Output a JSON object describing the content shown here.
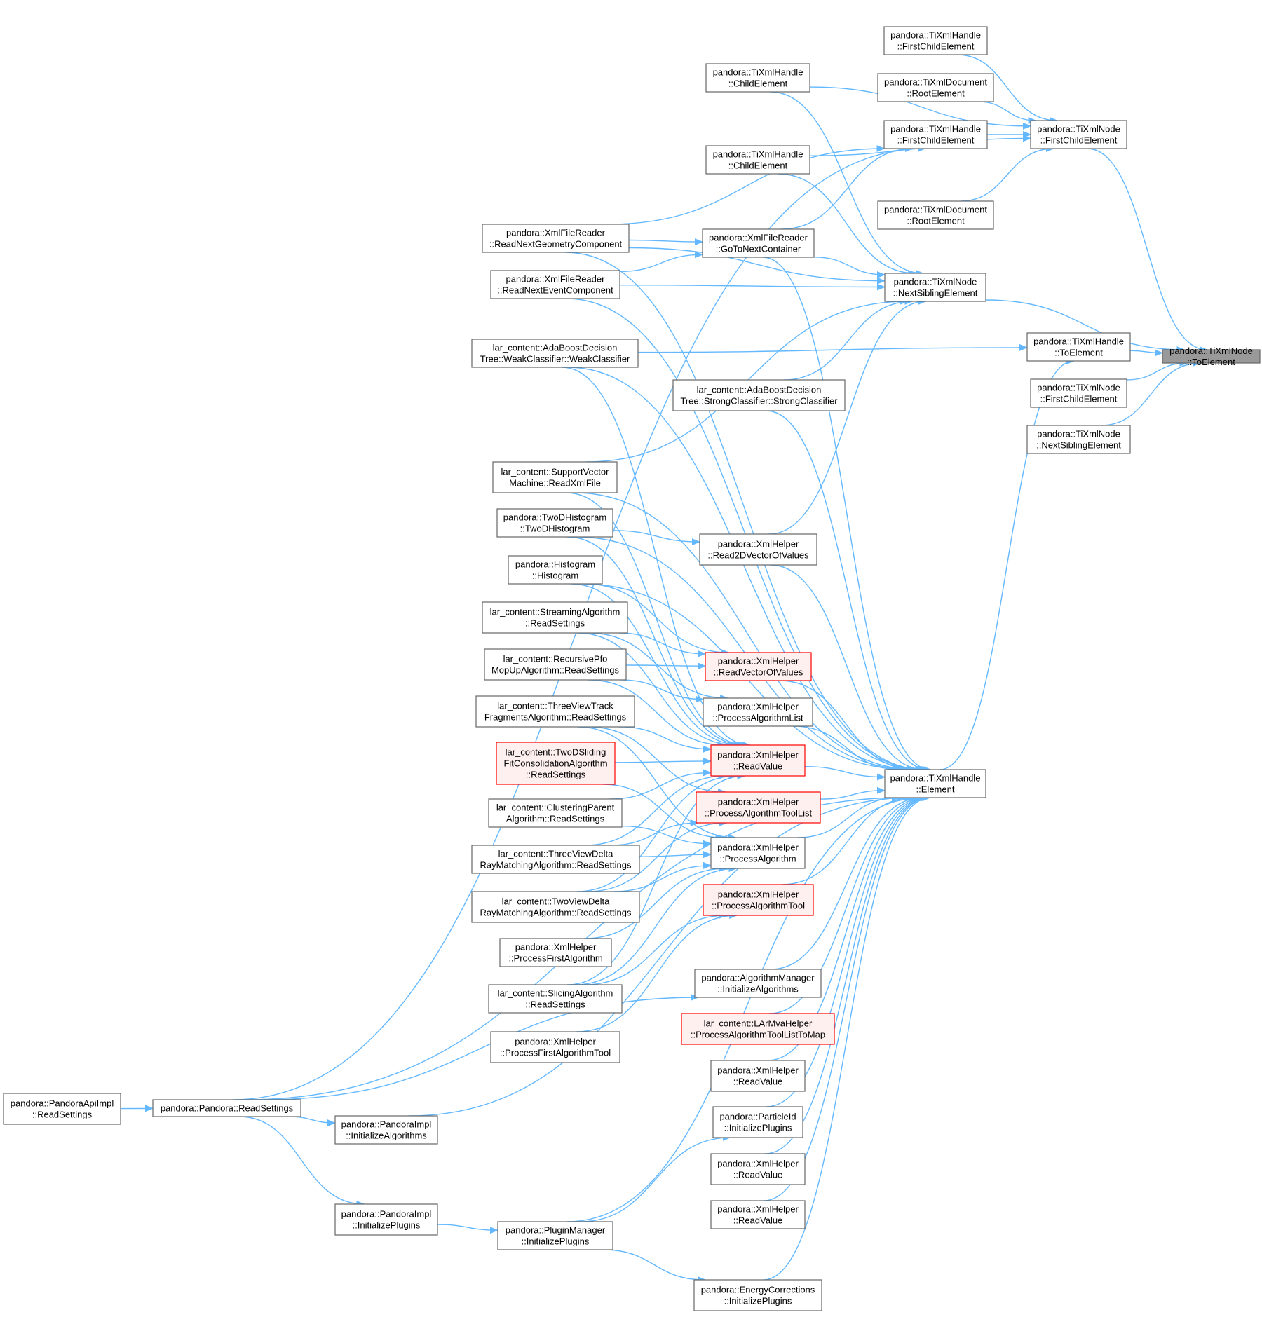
{
  "colors": {
    "edge": "#63b8ff",
    "node_border": "#666666",
    "node_fill": "#ffffff",
    "focus_fill": "#999999",
    "focus_border": "#666666",
    "red_border": "#ff0000",
    "red_fill": "#fff0f0"
  },
  "nodes": [
    {
      "id": "n0",
      "lines": [
        "pandora::TiXmlNode",
        "::ToElement"
      ],
      "style": "focus"
    },
    {
      "id": "n1",
      "lines": [
        "pandora::TiXmlNode",
        "::FirstChildElement"
      ],
      "style": "normal"
    },
    {
      "id": "n2",
      "lines": [
        "pandora::TiXmlHandle",
        "::FirstChildElement"
      ],
      "style": "normal"
    },
    {
      "id": "n3",
      "lines": [
        "pandora::TiXmlDocument",
        "::RootElement"
      ],
      "style": "normal"
    },
    {
      "id": "n4",
      "lines": [
        "pandora::TiXmlHandle",
        "::FirstChildElement"
      ],
      "style": "normal"
    },
    {
      "id": "n5",
      "lines": [
        "pandora::TiXmlDocument",
        "::RootElement"
      ],
      "style": "normal"
    },
    {
      "id": "n6",
      "lines": [
        "pandora::TiXmlHandle",
        "::ChildElement"
      ],
      "style": "normal"
    },
    {
      "id": "n7",
      "lines": [
        "pandora::TiXmlHandle",
        "::ChildElement"
      ],
      "style": "normal"
    },
    {
      "id": "n8",
      "lines": [
        "pandora::XmlFileReader",
        "::GoToNextContainer"
      ],
      "style": "normal"
    },
    {
      "id": "n9",
      "lines": [
        "pandora::XmlFileReader",
        "::ReadNextGeometryComponent"
      ],
      "style": "normal"
    },
    {
      "id": "n10",
      "lines": [
        "pandora::XmlFileReader",
        "::ReadNextEventComponent"
      ],
      "style": "normal"
    },
    {
      "id": "n11",
      "lines": [
        "pandora::TiXmlNode",
        "::NextSiblingElement"
      ],
      "style": "normal"
    },
    {
      "id": "n12",
      "lines": [
        "pandora::TiXmlHandle",
        "::ToElement"
      ],
      "style": "normal"
    },
    {
      "id": "n13",
      "lines": [
        "lar_content::AdaBoostDecision",
        "Tree::WeakClassifier::WeakClassifier"
      ],
      "style": "normal"
    },
    {
      "id": "n14",
      "lines": [
        "lar_content::AdaBoostDecision",
        "Tree::StrongClassifier::StrongClassifier"
      ],
      "style": "normal"
    },
    {
      "id": "n15",
      "lines": [
        "pandora::TiXmlNode",
        "::FirstChildElement"
      ],
      "style": "normal"
    },
    {
      "id": "n16",
      "lines": [
        "pandora::TiXmlNode",
        "::NextSiblingElement"
      ],
      "style": "normal"
    },
    {
      "id": "n17",
      "lines": [
        "lar_content::SupportVector",
        "Machine::ReadXmlFile"
      ],
      "style": "normal"
    },
    {
      "id": "n18",
      "lines": [
        "pandora::TwoDHistogram",
        "::TwoDHistogram"
      ],
      "style": "normal"
    },
    {
      "id": "n19",
      "lines": [
        "pandora::XmlHelper",
        "::Read2DVectorOfValues"
      ],
      "style": "normal"
    },
    {
      "id": "n20",
      "lines": [
        "pandora::Histogram",
        "::Histogram"
      ],
      "style": "normal"
    },
    {
      "id": "n21",
      "lines": [
        "lar_content::StreamingAlgorithm",
        "::ReadSettings"
      ],
      "style": "normal"
    },
    {
      "id": "n22",
      "lines": [
        "pandora::XmlHelper",
        "::ReadVectorOfValues"
      ],
      "style": "red"
    },
    {
      "id": "n23",
      "lines": [
        "lar_content::RecursivePfo",
        "MopUpAlgorithm::ReadSettings"
      ],
      "style": "normal"
    },
    {
      "id": "n24",
      "lines": [
        "pandora::XmlHelper",
        "::ProcessAlgorithmList"
      ],
      "style": "normal"
    },
    {
      "id": "n25",
      "lines": [
        "lar_content::ThreeViewTrack",
        "FragmentsAlgorithm::ReadSettings"
      ],
      "style": "normal"
    },
    {
      "id": "n26",
      "lines": [
        "lar_content::TwoDSliding",
        "FitConsolidationAlgorithm",
        "::ReadSettings"
      ],
      "style": "red"
    },
    {
      "id": "n27",
      "lines": [
        "pandora::XmlHelper",
        "::ReadValue"
      ],
      "style": "red"
    },
    {
      "id": "n28",
      "lines": [
        "pandora::TiXmlHandle",
        "::Element"
      ],
      "style": "normal"
    },
    {
      "id": "n29",
      "lines": [
        "pandora::XmlHelper",
        "::ProcessAlgorithmToolList"
      ],
      "style": "red"
    },
    {
      "id": "n30",
      "lines": [
        "lar_content::ClusteringParent",
        "Algorithm::ReadSettings"
      ],
      "style": "normal"
    },
    {
      "id": "n31",
      "lines": [
        "pandora::XmlHelper",
        "::ProcessAlgorithm"
      ],
      "style": "normal"
    },
    {
      "id": "n32",
      "lines": [
        "lar_content::ThreeViewDelta",
        "RayMatchingAlgorithm::ReadSettings"
      ],
      "style": "normal"
    },
    {
      "id": "n33",
      "lines": [
        "lar_content::TwoViewDelta",
        "RayMatchingAlgorithm::ReadSettings"
      ],
      "style": "normal"
    },
    {
      "id": "n34",
      "lines": [
        "pandora::XmlHelper",
        "::ProcessAlgorithmTool"
      ],
      "style": "red"
    },
    {
      "id": "n35",
      "lines": [
        "pandora::XmlHelper",
        "::ProcessFirstAlgorithm"
      ],
      "style": "normal"
    },
    {
      "id": "n36",
      "lines": [
        "pandora::AlgorithmManager",
        "::InitializeAlgorithms"
      ],
      "style": "normal"
    },
    {
      "id": "n37",
      "lines": [
        "lar_content::SlicingAlgorithm",
        "::ReadSettings"
      ],
      "style": "normal"
    },
    {
      "id": "n38",
      "lines": [
        "lar_content::LArMvaHelper",
        "::ProcessAlgorithmToolListToMap"
      ],
      "style": "red"
    },
    {
      "id": "n39",
      "lines": [
        "pandora::XmlHelper",
        "::ProcessFirstAlgorithmTool"
      ],
      "style": "normal"
    },
    {
      "id": "n40",
      "lines": [
        "pandora::XmlHelper",
        "::ReadValue"
      ],
      "style": "normal"
    },
    {
      "id": "n41",
      "lines": [
        "pandora::PandoraApiImpl",
        "::ReadSettings"
      ],
      "style": "normal"
    },
    {
      "id": "n42",
      "lines": [
        "pandora::Pandora::ReadSettings"
      ],
      "style": "normal"
    },
    {
      "id": "n43",
      "lines": [
        "pandora::PandoraImpl",
        "::InitializeAlgorithms"
      ],
      "style": "normal"
    },
    {
      "id": "n44",
      "lines": [
        "pandora::ParticleId",
        "::InitializePlugins"
      ],
      "style": "normal"
    },
    {
      "id": "n45",
      "lines": [
        "pandora::XmlHelper",
        "::ReadValue"
      ],
      "style": "normal"
    },
    {
      "id": "n46",
      "lines": [
        "pandora::XmlHelper",
        "::ReadValue"
      ],
      "style": "normal"
    },
    {
      "id": "n47",
      "lines": [
        "pandora::PandoraImpl",
        "::InitializePlugins"
      ],
      "style": "normal"
    },
    {
      "id": "n48",
      "lines": [
        "pandora::PluginManager",
        "::InitializePlugins"
      ],
      "style": "normal"
    },
    {
      "id": "n49",
      "lines": [
        "pandora::EnergyCorrections",
        "::InitializePlugins"
      ],
      "style": "normal"
    }
  ],
  "edges": [
    [
      "n1",
      "n0"
    ],
    [
      "n11",
      "n0"
    ],
    [
      "n12",
      "n0"
    ],
    [
      "n15",
      "n0"
    ],
    [
      "n16",
      "n0"
    ],
    [
      "n2",
      "n1"
    ],
    [
      "n3",
      "n1"
    ],
    [
      "n4",
      "n1"
    ],
    [
      "n5",
      "n1"
    ],
    [
      "n6",
      "n1"
    ],
    [
      "n7",
      "n1"
    ],
    [
      "n8",
      "n4"
    ],
    [
      "n42",
      "n4"
    ],
    [
      "n9",
      "n4"
    ],
    [
      "n7",
      "n11"
    ],
    [
      "n6",
      "n11"
    ],
    [
      "n8",
      "n11"
    ],
    [
      "n9",
      "n11"
    ],
    [
      "n10",
      "n11"
    ],
    [
      "n14",
      "n11"
    ],
    [
      "n17",
      "n11"
    ],
    [
      "n19",
      "n11"
    ],
    [
      "n9",
      "n8"
    ],
    [
      "n10",
      "n8"
    ],
    [
      "n13",
      "n12"
    ],
    [
      "n28",
      "n12"
    ],
    [
      "n8",
      "n28"
    ],
    [
      "n9",
      "n28"
    ],
    [
      "n10",
      "n28"
    ],
    [
      "n13",
      "n28"
    ],
    [
      "n14",
      "n28"
    ],
    [
      "n17",
      "n28"
    ],
    [
      "n18",
      "n28"
    ],
    [
      "n19",
      "n28"
    ],
    [
      "n20",
      "n28"
    ],
    [
      "n22",
      "n28"
    ],
    [
      "n24",
      "n28"
    ],
    [
      "n27",
      "n28"
    ],
    [
      "n29",
      "n28"
    ],
    [
      "n31",
      "n28"
    ],
    [
      "n34",
      "n28"
    ],
    [
      "n36",
      "n28"
    ],
    [
      "n38",
      "n28"
    ],
    [
      "n40",
      "n28"
    ],
    [
      "n42",
      "n28"
    ],
    [
      "n43",
      "n28"
    ],
    [
      "n44",
      "n28"
    ],
    [
      "n45",
      "n28"
    ],
    [
      "n46",
      "n28"
    ],
    [
      "n48",
      "n28"
    ],
    [
      "n49",
      "n28"
    ],
    [
      "n18",
      "n19"
    ],
    [
      "n20",
      "n22"
    ],
    [
      "n21",
      "n22"
    ],
    [
      "n23",
      "n22"
    ],
    [
      "n21",
      "n24"
    ],
    [
      "n23",
      "n24"
    ],
    [
      "n17",
      "n27"
    ],
    [
      "n18",
      "n27"
    ],
    [
      "n20",
      "n27"
    ],
    [
      "n21",
      "n27"
    ],
    [
      "n23",
      "n27"
    ],
    [
      "n25",
      "n27"
    ],
    [
      "n26",
      "n27"
    ],
    [
      "n30",
      "n27"
    ],
    [
      "n32",
      "n27"
    ],
    [
      "n33",
      "n27"
    ],
    [
      "n37",
      "n27"
    ],
    [
      "n13",
      "n27"
    ],
    [
      "n25",
      "n29"
    ],
    [
      "n32",
      "n29"
    ],
    [
      "n33",
      "n29"
    ],
    [
      "n25",
      "n31"
    ],
    [
      "n26",
      "n31"
    ],
    [
      "n30",
      "n31"
    ],
    [
      "n32",
      "n31"
    ],
    [
      "n33",
      "n31"
    ],
    [
      "n35",
      "n31"
    ],
    [
      "n37",
      "n31"
    ],
    [
      "n37",
      "n34"
    ],
    [
      "n39",
      "n34"
    ],
    [
      "n42",
      "n36"
    ],
    [
      "n41",
      "n42"
    ],
    [
      "n42",
      "n43"
    ],
    [
      "n42",
      "n47"
    ],
    [
      "n47",
      "n48"
    ],
    [
      "n48",
      "n44"
    ],
    [
      "n48",
      "n49"
    ]
  ]
}
